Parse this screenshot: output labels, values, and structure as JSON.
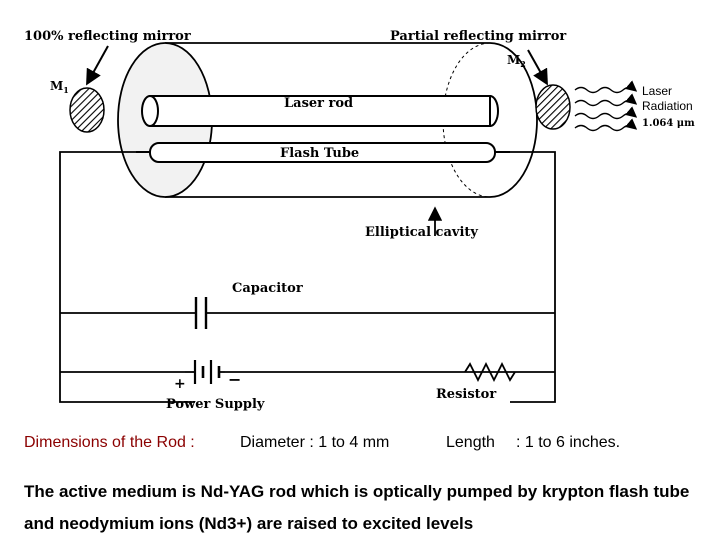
{
  "diagram": {
    "mirror_full_label": "100% reflecting mirror",
    "mirror_partial_label": "Partial reflecting mirror",
    "m1_label": "M",
    "m1_sub": "1",
    "m2_label": "M",
    "m2_sub": "2",
    "laser_rod_label": "Laser rod",
    "flash_tube_label": "Flash Tube",
    "elliptical_cavity_label": "Elliptical cavity",
    "capacitor_label": "Capacitor",
    "power_supply_label": "Power Supply",
    "plus_sign": "+",
    "minus_sign": "−",
    "resistor_label": "Resistor",
    "laser_label_line1": "Laser",
    "laser_label_line2": "Radiation",
    "wavelength_label": "1.064 μm",
    "wavelength_color": "#d00000"
  },
  "dimensions": {
    "heading": "Dimensions of the Rod :",
    "heading_color": "#8b0000",
    "diameter": "Diameter : 1 to 4 mm",
    "length_label": "Length",
    "length_value": ": 1 to 6 inches."
  },
  "description": "The active medium is  Nd-YAG rod which is optically pumped by krypton flash tube and neodymium ions (Nd3+) are raised to excited levels"
}
